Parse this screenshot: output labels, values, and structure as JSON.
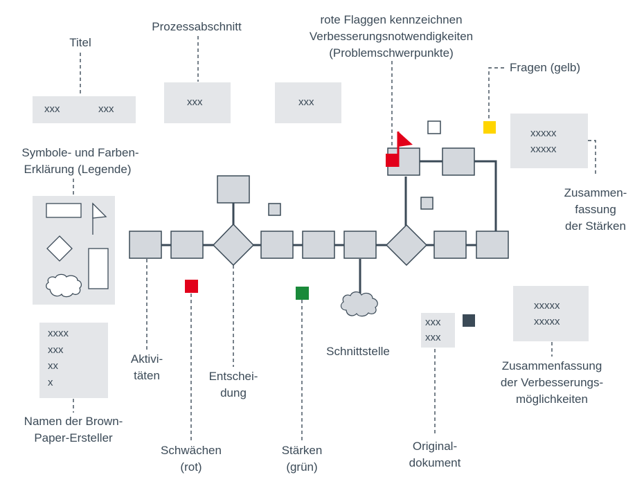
{
  "labels": {
    "titel": "Titel",
    "prozessabschnitt": "Prozessabschnitt",
    "flaggen": [
      "rote Flaggen kennzeichnen",
      "Verbesserungsnotwendigkeiten",
      "(Problemschwerpunkte)"
    ],
    "fragen": "Fragen (gelb)",
    "legende": [
      "Symbole- und Farben-",
      "Erklärung (Legende)"
    ],
    "zusammenfassung_staerken": [
      "Zusammen-",
      "fassung",
      "der Stärken"
    ],
    "aktivitaeten": [
      "Aktivi-",
      "täten"
    ],
    "entscheidung": [
      "Entschei-",
      "dung"
    ],
    "schnittstelle": "Schnittstelle",
    "zusammenfassung_verbesserung": [
      "Zusammenfassung",
      "der Verbesserungs-",
      "möglichkeiten"
    ],
    "namen": [
      "Namen der Brown-",
      "Paper-Ersteller"
    ],
    "schwaechen": [
      "Schwächen",
      "(rot)"
    ],
    "staerken": [
      "Stärken",
      "(grün)"
    ],
    "originaldokument": [
      "Original-",
      "dokument"
    ]
  },
  "panels": {
    "titel_a": "xxx",
    "titel_b": "xxx",
    "prozess_a": "xxx",
    "prozess_b": "xxx",
    "staerken_summary": [
      "xxxxx",
      "xxxxx"
    ],
    "verbesserung_summary": [
      "xxxxx",
      "xxxxx"
    ],
    "namen_list": [
      "xxxx",
      "xxx",
      "xx",
      "x"
    ],
    "original": [
      "xxx",
      "xxx"
    ]
  },
  "colors": {
    "box_fill": "#d4d8dd",
    "stroke": "#3b4a57",
    "panel": "#e4e6e9",
    "red": "#e2001a",
    "green": "#1a8a3a",
    "yellow": "#ffd500",
    "dark": "#3b4a57"
  }
}
